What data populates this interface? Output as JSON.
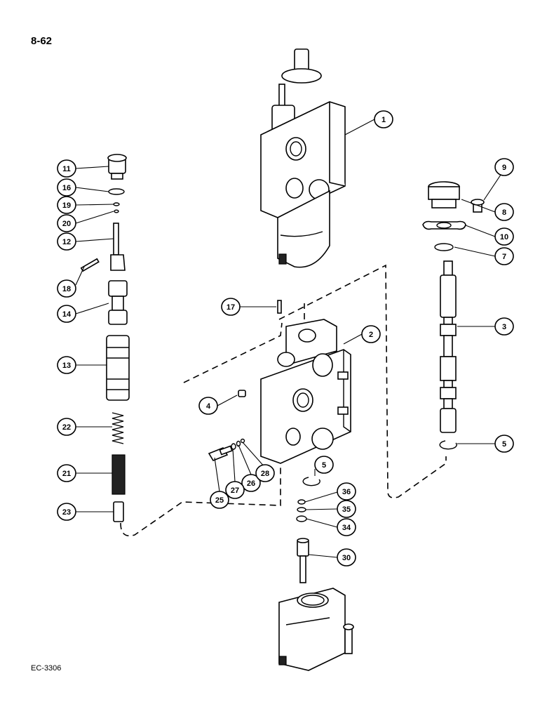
{
  "page_number": "8-62",
  "footer_code": "EC-3306",
  "callouts": [
    {
      "id": "1",
      "label": "1"
    },
    {
      "id": "2",
      "label": "2"
    },
    {
      "id": "3",
      "label": "3"
    },
    {
      "id": "4",
      "label": "4"
    },
    {
      "id": "5a",
      "label": "5"
    },
    {
      "id": "5b",
      "label": "5"
    },
    {
      "id": "7",
      "label": "7"
    },
    {
      "id": "8",
      "label": "8"
    },
    {
      "id": "9",
      "label": "9"
    },
    {
      "id": "10",
      "label": "10"
    },
    {
      "id": "11",
      "label": "11"
    },
    {
      "id": "12",
      "label": "12"
    },
    {
      "id": "13",
      "label": "13"
    },
    {
      "id": "14",
      "label": "14"
    },
    {
      "id": "16",
      "label": "16"
    },
    {
      "id": "17",
      "label": "17"
    },
    {
      "id": "18",
      "label": "18"
    },
    {
      "id": "19",
      "label": "19"
    },
    {
      "id": "20",
      "label": "20"
    },
    {
      "id": "21",
      "label": "21"
    },
    {
      "id": "22",
      "label": "22"
    },
    {
      "id": "23",
      "label": "23"
    },
    {
      "id": "25",
      "label": "25"
    },
    {
      "id": "26",
      "label": "26"
    },
    {
      "id": "27",
      "label": "27"
    },
    {
      "id": "28",
      "label": "28"
    },
    {
      "id": "30",
      "label": "30"
    },
    {
      "id": "34",
      "label": "34"
    },
    {
      "id": "35",
      "label": "35"
    },
    {
      "id": "36",
      "label": "36"
    }
  ]
}
